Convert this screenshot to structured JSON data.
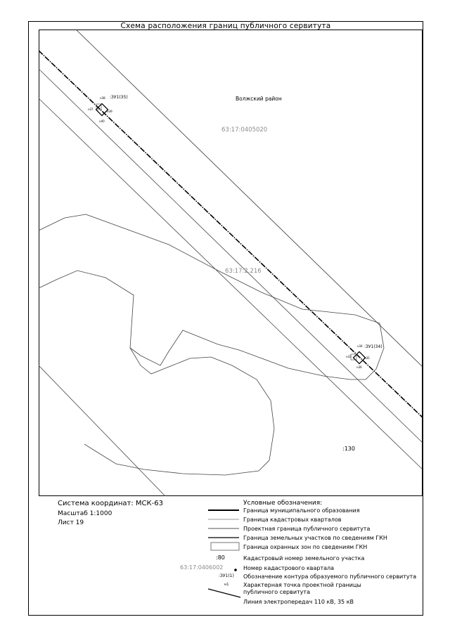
{
  "title": "Схема расположения границ публичного сервитута",
  "map": {
    "region_label": "Волжский район",
    "quarter_label": "63:17:0405020",
    "parcel_label": "63:17:2.216",
    "parcel_small_label": ":130",
    "zone_label_1": ":ЗУ1(35)",
    "zone_label_2": ":ЗУ1(34)",
    "points_1": [
      "н38",
      "н37",
      "н39",
      "н40"
    ],
    "points_2": [
      "н34",
      "н33",
      "н35",
      "н36"
    ]
  },
  "info": {
    "coords": "Система координат: МСК-63",
    "scale": "Масштаб 1:1000",
    "sheet": "Лист 19"
  },
  "legend": {
    "title": "Условные обозначения:",
    "items": [
      {
        "text": "Граница муниципального образования"
      },
      {
        "text": "Граница кадастровых кварталов"
      },
      {
        "text": "Проектная граница публичного сервитута"
      },
      {
        "text": "Граница земельных участков по сведениям ГКН"
      },
      {
        "text": "Граница охранных зон по сведениям ГКН"
      },
      {
        "symbol": ":80",
        "text": "Кадастровый номер земельного участка"
      },
      {
        "symbol": "63:17:0406002",
        "text": "Номер кадастрового квартала"
      },
      {
        "symbol": ":ЗУ1(1)",
        "text": "Обозначение контура образуемого публичного сервитута"
      },
      {
        "symbol": "н1",
        "text": "Характерная точка проектной границы"
      },
      {
        "text": "публичного сервитута"
      },
      {
        "text": "Линия электропередач 110 кВ, 35 кВ"
      }
    ]
  }
}
